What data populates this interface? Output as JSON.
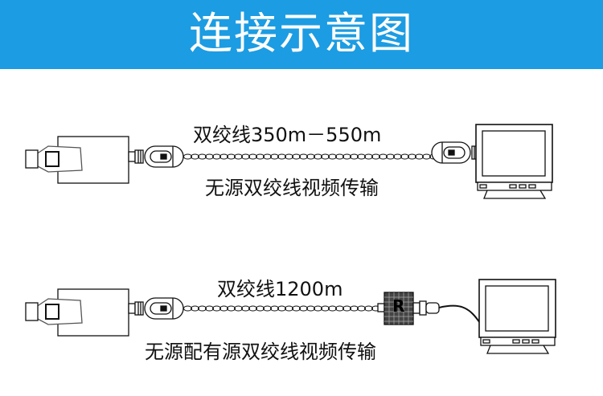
{
  "header": {
    "title": "连接示意图",
    "color": "#1c9ce2"
  },
  "passive": {
    "distance_label": "双绞线350m－550m",
    "description": "无源双绞线视频传输"
  },
  "active": {
    "distance_label": "双绞线1200m",
    "description": "无源配有源双绞线视频传输",
    "receiver_label": "R"
  }
}
